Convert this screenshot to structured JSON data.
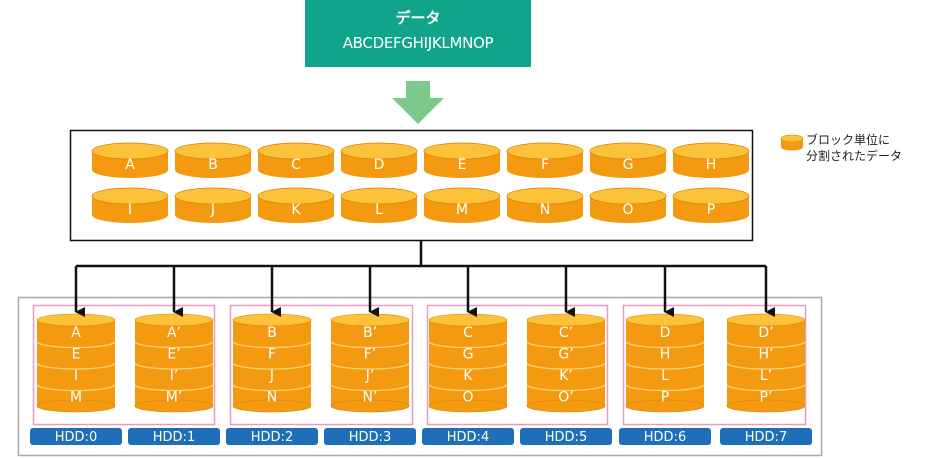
{
  "data_box": {
    "title": "データ",
    "content": "ABCDEFGHIJKLMNOP"
  },
  "legend": {
    "line1": "ブロック単位に",
    "line2": "分割されたデータ"
  },
  "blocks_row1": [
    "A",
    "B",
    "C",
    "D",
    "E",
    "F",
    "G",
    "H"
  ],
  "blocks_row2": [
    "I",
    "J",
    "K",
    "L",
    "M",
    "N",
    "O",
    "P"
  ],
  "disks": [
    {
      "label": "HDD:0",
      "blocks": [
        "A",
        "E",
        "I",
        "M"
      ]
    },
    {
      "label": "HDD:1",
      "blocks": [
        "A’",
        "E’",
        "I’",
        "M’"
      ]
    },
    {
      "label": "HDD:2",
      "blocks": [
        "B",
        "F",
        "J",
        "N"
      ]
    },
    {
      "label": "HDD:3",
      "blocks": [
        "B’",
        "F’",
        "J’",
        "N’"
      ]
    },
    {
      "label": "HDD:4",
      "blocks": [
        "C",
        "G",
        "K",
        "O"
      ]
    },
    {
      "label": "HDD:5",
      "blocks": [
        "C’",
        "G’",
        "K’",
        "O’"
      ]
    },
    {
      "label": "HDD:6",
      "blocks": [
        "D",
        "H",
        "L",
        "P"
      ]
    },
    {
      "label": "HDD:7",
      "blocks": [
        "D’",
        "H’",
        "L’",
        "P’"
      ]
    }
  ],
  "colors": {
    "green": "#10a58b",
    "arrow_green": "#7dc98b",
    "block_top": "#fcc33a",
    "block_side": "#f49a10",
    "block_edge": "#d97e00",
    "pair_border": "#e99ac4",
    "hdd_blue": "#1f6fb8",
    "outer_gray": "#a8a8a8"
  }
}
